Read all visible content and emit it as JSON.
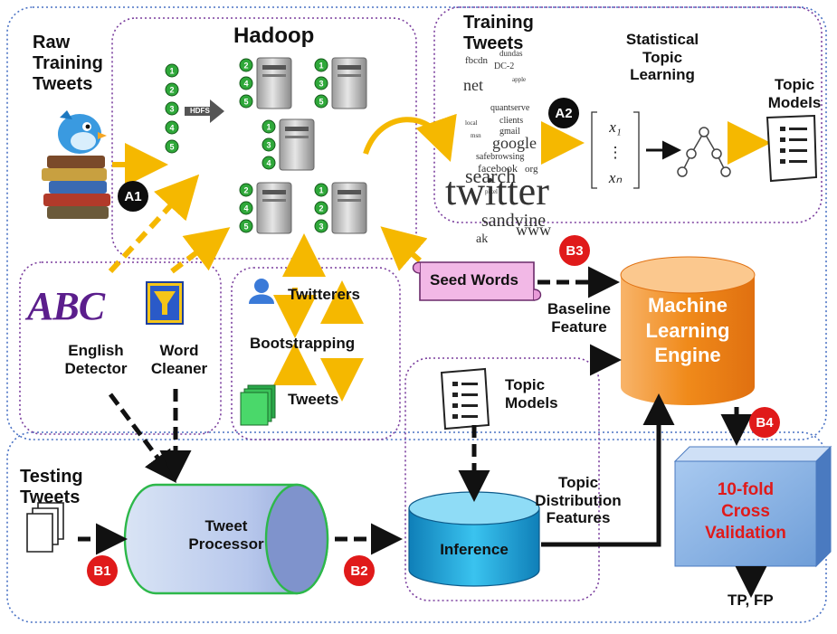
{
  "labels": {
    "raw_training_tweets": "Raw\nTraining\nTweets",
    "hadoop": "Hadoop",
    "hdfs": "HDFS",
    "training_tweets": "Training\nTweets",
    "statistical_topic_learning": "Statistical\nTopic\nLearning",
    "topic_models_top": "Topic\nModels",
    "seed_words": "Seed Words",
    "baseline_feature": "Baseline\nFeature",
    "machine_learning_engine": "Machine\nLearning\nEngine",
    "abc_logo": "ABC",
    "english_detector": "English\nDetector",
    "word_cleaner": "Word\nCleaner",
    "twitterers": "Twitterers",
    "bootstrapping": "Bootstrapping",
    "tweets": "Tweets",
    "topic_models_bottom": "Topic\nModels",
    "topic_distribution_features": "Topic\nDistribution\nFeatures",
    "testing_tweets": "Testing\nTweets",
    "tweet_processor": "Tweet\nProcessor",
    "inference": "Inference",
    "cross_validation": "10-fold\nCross\nValidation",
    "tp_fp": "TP, FP",
    "matrix_top": "x₁",
    "matrix_dots": "⋮",
    "matrix_bottom": "xₙ"
  },
  "badges": {
    "a1": "A1",
    "a2": "A2",
    "b1": "B1",
    "b2": "B2",
    "b3": "B3",
    "b4": "B4"
  },
  "server_badges": {
    "hdfs_stack": [
      "1",
      "2",
      "3",
      "4",
      "5"
    ],
    "server_a": [
      "2",
      "4",
      "5"
    ],
    "server_b": [
      "1",
      "3",
      "5"
    ],
    "server_c": [
      "1",
      "3",
      "4"
    ],
    "server_d": [
      "2",
      "4",
      "5"
    ],
    "server_e": [
      "1",
      "2",
      "3"
    ]
  },
  "word_cloud": [
    "fbcdn",
    "dundas",
    "DC-2",
    "net",
    "apple",
    "quantserve",
    "clients",
    "gmail",
    "google",
    "safebrowsing",
    "facebook",
    "org",
    "search",
    "twitter",
    "sandvine",
    "www",
    "ak",
    "pixel",
    "local",
    "msn"
  ],
  "colors": {
    "arrow_yellow": "#f5b800",
    "badge_red": "#e01a1a",
    "dotted_purple": "#7b3f9e",
    "dotted_blue": "#4a72c4",
    "engine_orange": "#f08a1a",
    "validation_blue": "#8fb8e8",
    "validation_text": "#e01a1a",
    "inference_cyan": "#1aa6d8",
    "processor_green": "#2db84a",
    "abc_purple": "#5b1e8c",
    "seed_pink": "#f2b8e6"
  }
}
